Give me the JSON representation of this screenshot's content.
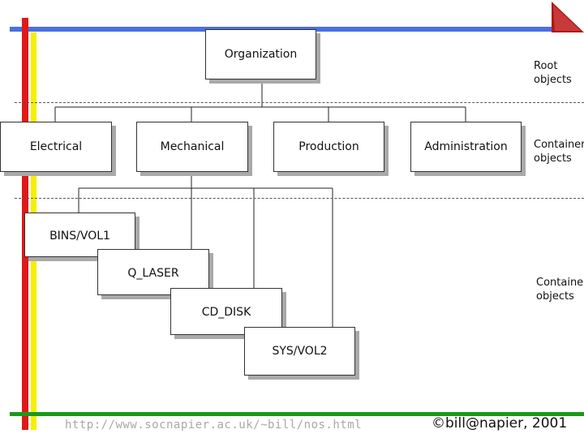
{
  "nodes": {
    "organization": "Organization",
    "electrical": "Electrical",
    "mechanical": "Mechanical",
    "production": "Production",
    "administration": "Administration",
    "bins_vol1": "BINS/VOL1",
    "q_laser": "Q_LASER",
    "cd_disk": "CD_DISK",
    "sys_vol2": "SYS/VOL2"
  },
  "labels": {
    "root": [
      "Root",
      "objects"
    ],
    "container_1": [
      "Container",
      "objects"
    ],
    "container_2": [
      "Container",
      "objects"
    ]
  },
  "footer": {
    "url": "http://www.socnapier.ac.uk/~bill/nos.html",
    "copyright": "©bill@napier, 2001"
  },
  "colors": {
    "blue_bar": "#4a6fe0",
    "red_bar": "#e01818",
    "yellow_bar": "#f5f000",
    "green_bar": "#1a9a1a",
    "corner_triangle": "#b01818"
  }
}
